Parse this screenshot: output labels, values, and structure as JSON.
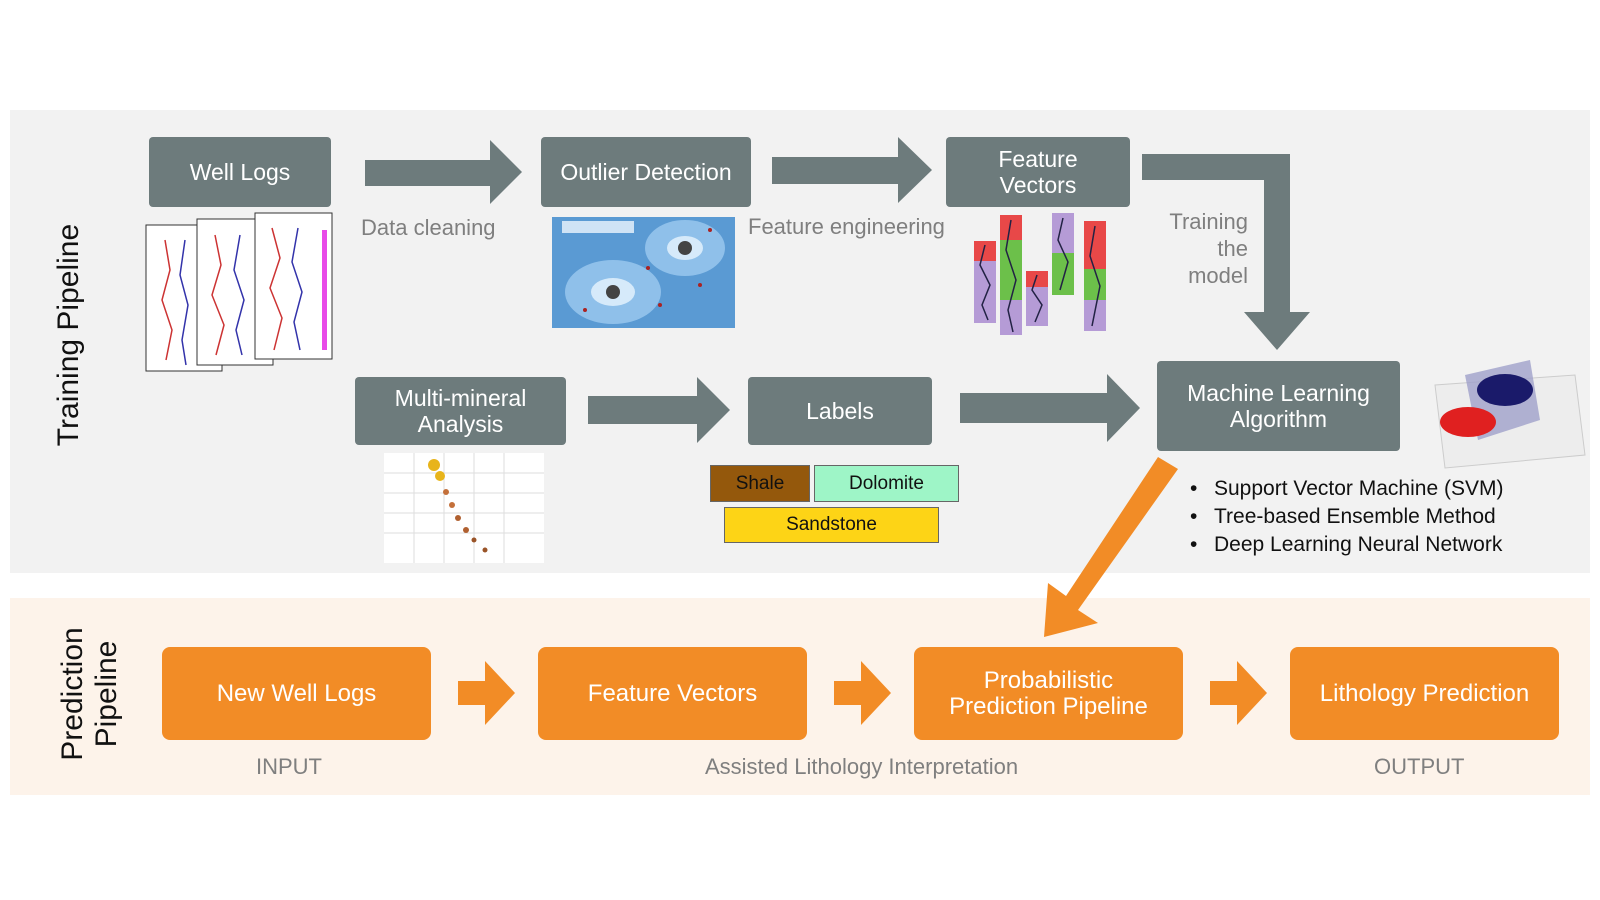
{
  "sections": {
    "training_label": "Training Pipeline",
    "prediction_label_line1": "Prediction",
    "prediction_label_line2": "Pipeline"
  },
  "training": {
    "well_logs": "Well Logs",
    "outlier_detection": "Outlier Detection",
    "feature_vectors_line1": "Feature",
    "feature_vectors_line2": "Vectors",
    "multi_mineral_line1": "Multi-mineral",
    "multi_mineral_line2": "Analysis",
    "labels": "Labels",
    "ml_algorithm_line1": "Machine Learning",
    "ml_algorithm_line2": "Algorithm",
    "data_cleaning": "Data cleaning",
    "feature_engineering": "Feature engineering",
    "training_model_line1": "Training",
    "training_model_line2": "the",
    "training_model_line3": "model",
    "lithology_labels": [
      "Shale",
      "Dolomite",
      "Sandstone"
    ],
    "algorithms": [
      "Support Vector Machine (SVM)",
      "Tree-based Ensemble Method",
      "Deep Learning Neural Network"
    ]
  },
  "prediction": {
    "new_well_logs": "New Well Logs",
    "feature_vectors": "Feature Vectors",
    "probabilistic_line1": "Probabilistic",
    "probabilistic_line2": "Prediction Pipeline",
    "lithology_prediction": "Lithology Prediction",
    "input": "INPUT",
    "assisted": "Assisted Lithology Interpretation",
    "output": "OUTPUT"
  },
  "colors": {
    "gray_box": "#6d7b7c",
    "orange": "#f28c26",
    "shale": "#94580c",
    "dolomite": "#9ef5c7",
    "sandstone": "#fdd416"
  }
}
